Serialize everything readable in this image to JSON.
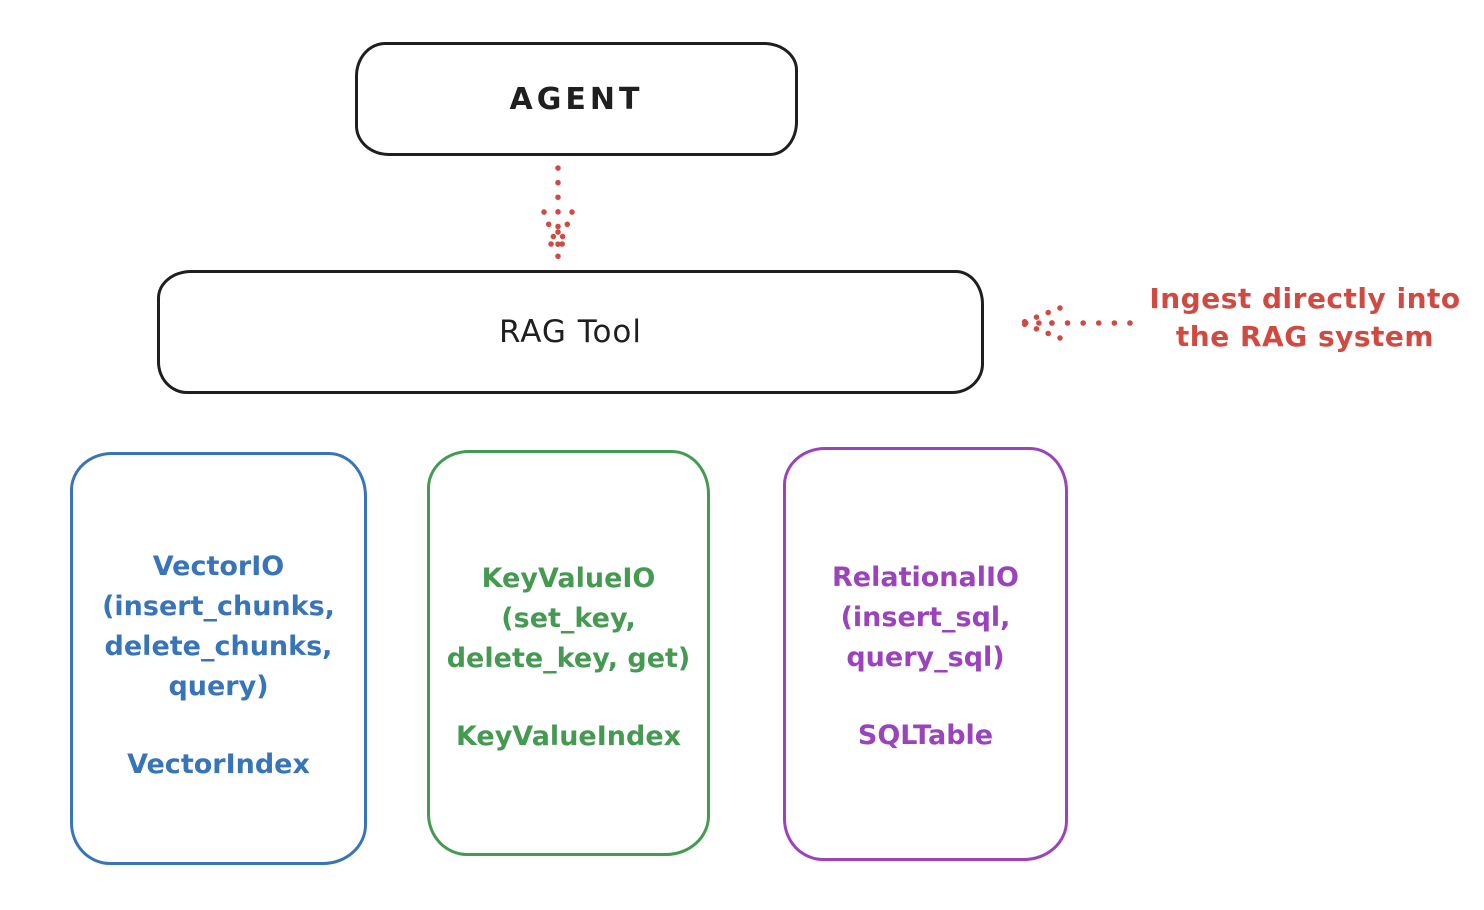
{
  "diagram": {
    "nodes": {
      "agent": {
        "label": "AGENT"
      },
      "rag_tool": {
        "label": "RAG Tool"
      }
    },
    "annotation": {
      "line1": "Ingest directly into",
      "line2": "the RAG system"
    },
    "backends": [
      {
        "lines": [
          "VectorIO",
          "(insert_chunks,",
          "delete_chunks,",
          "query)"
        ],
        "index_label": "VectorIndex",
        "color": "#3874ba"
      },
      {
        "lines": [
          "KeyValueIO",
          "(set_key,",
          "delete_key, get)"
        ],
        "index_label": "KeyValueIndex",
        "color": "#459a52"
      },
      {
        "lines": [
          "RelationalIO",
          "(insert_sql,",
          "query_sql)"
        ],
        "index_label": "SQLTable",
        "color": "#9b42bd"
      }
    ],
    "colors": {
      "stroke_black": "#1f1f1f",
      "accent_red": "#d04a42",
      "vector_blue": "#3874ba",
      "keyvalue_green": "#459a52",
      "relational_purple": "#9b42bd",
      "background": "#ffffff"
    }
  }
}
